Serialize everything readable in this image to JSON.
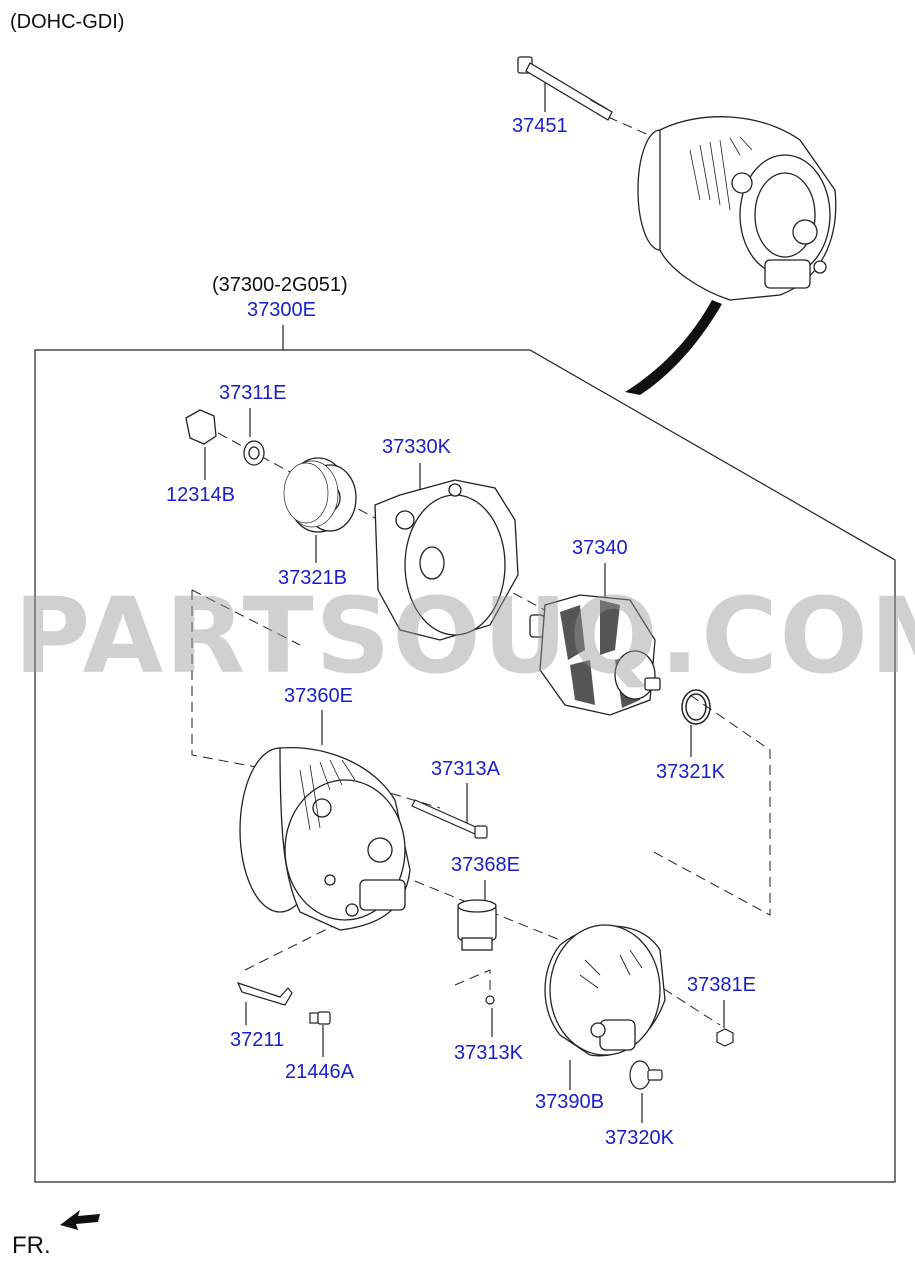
{
  "header": {
    "engine_variant": "(DOHC-GDI)"
  },
  "assembly": {
    "old_part_number": "(37300-2G051)",
    "part_number": "37300E"
  },
  "parts": {
    "bolt_through": "37451",
    "cap": "37311E",
    "nut_pulley": "12314B",
    "frame_front": "37330K",
    "pulley": "37321B",
    "rotor": "37340",
    "frame_rear": "37360E",
    "bearing": "37321K",
    "bolt_rear": "37313A",
    "brush_holder": "37368E",
    "bracket": "37211",
    "bolt_bracket": "21446A",
    "screw_brush": "37313K",
    "cover_rear": "37390B",
    "nut_cover": "37381E",
    "terminal": "37320K"
  },
  "watermark": "PARTSOUQ.COM",
  "footer": {
    "direction_label": "FR."
  }
}
